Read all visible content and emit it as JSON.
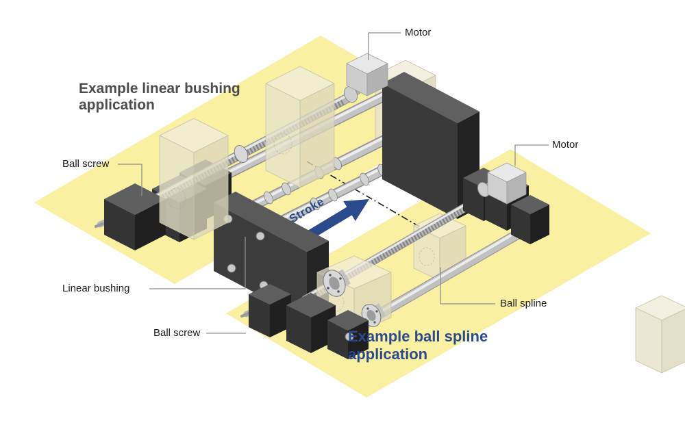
{
  "diagram": {
    "title_linear": "Example linear bushing\napplication",
    "title_spline": "Example ball spline\napplication",
    "labels": {
      "motor_top": "Motor",
      "motor_right": "Motor",
      "ball_screw_top": "Ball screw",
      "linear_bushing": "Linear bushing",
      "ball_screw_bottom": "Ball screw",
      "ball_spline": "Ball spline",
      "stroke": "Stroke"
    },
    "colors": {
      "floor_yellow": "#F9F0A2",
      "accent_blue": "#2B4A8C",
      "title_gray": "#4D4D4D",
      "label_black": "#1C1C1C",
      "leader_gray": "#8F8F8F",
      "dash_line_black": "#1A1A1A"
    }
  }
}
